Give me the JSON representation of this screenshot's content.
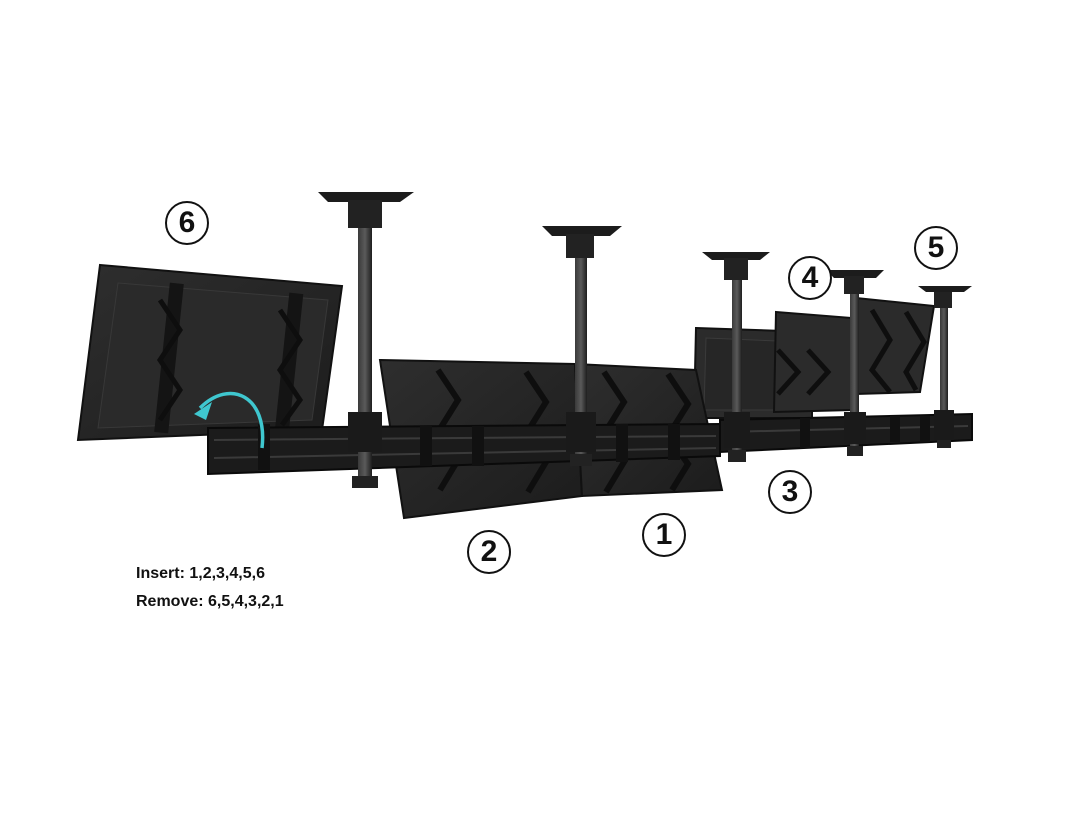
{
  "labels": {
    "one": "1",
    "two": "2",
    "three": "3",
    "four": "4",
    "five": "5",
    "six": "6"
  },
  "instructions": {
    "insert": "Insert: 1,2,3,4,5,6",
    "remove": "Remove: 6,5,4,3,2,1"
  },
  "colors": {
    "mount": "#1a1a1a",
    "panel": "#262626",
    "arrow": "#3fc7cf"
  }
}
